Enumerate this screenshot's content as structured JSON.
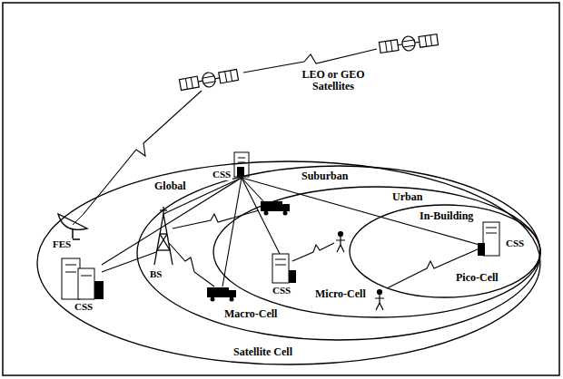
{
  "diagram": {
    "nodes": [
      {
        "text": [
          "Global",
          "Satellite Cell"
        ]
      },
      {
        "text": [
          "Suburban",
          "Macro-Cell"
        ],
        "in": 0
      },
      {
        "text": [
          "Urban",
          "Micro-Cell"
        ],
        "in": 1
      },
      {
        "text": [
          "In-Building",
          "Pico-Cell"
        ],
        "in": 2
      }
    ],
    "labels": [
      "LEO or GEO Satellites",
      "FES",
      "CSS",
      "CSS",
      "BS",
      "CSS",
      "CSS"
    ]
  }
}
